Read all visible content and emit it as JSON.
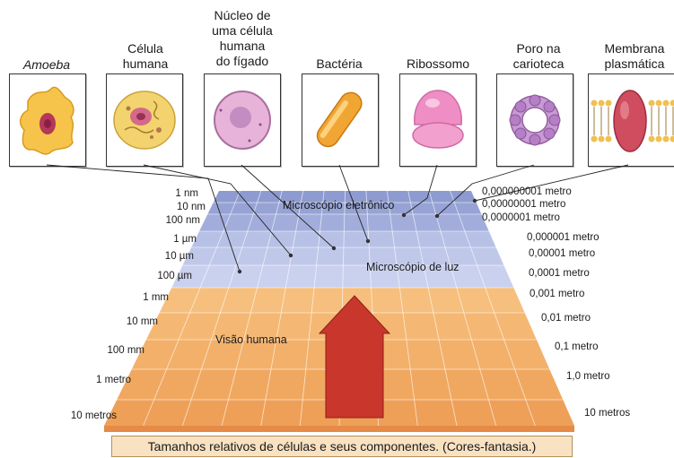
{
  "items": [
    {
      "name": "amoeba",
      "label": "Amoeba",
      "italic": true
    },
    {
      "name": "human-cell",
      "label": "Célula\nhumana",
      "italic": false
    },
    {
      "name": "liver-nucleus",
      "label": "Núcleo de\numa célula\nhumana\ndo fígado",
      "italic": false
    },
    {
      "name": "bacterium",
      "label": "Bactéria",
      "italic": false
    },
    {
      "name": "ribosome",
      "label": "Ribossomo",
      "italic": false
    },
    {
      "name": "nuclear-pore",
      "label": "Poro na\ncarioteca",
      "italic": false
    },
    {
      "name": "plasma-membrane",
      "label": "Membrana\nplasmática",
      "italic": false
    }
  ],
  "scale": {
    "left_labels": [
      "1 nm",
      "10 nm",
      "100 nm",
      "1 µm",
      "10 µm",
      "100 µm",
      "1 mm",
      "10 mm",
      "100 mm",
      "1 metro",
      "10 metros"
    ],
    "right_labels": [
      "0,000000001 metro",
      "0,00000001 metro",
      "0,0000001 metro",
      "0,000001 metro",
      "0,00001 metro",
      "0,0001 metro",
      "0,001 metro",
      "0,01 metro",
      "0,1 metro",
      "1,0 metro",
      "10 metros"
    ],
    "zones": {
      "electron": "Microscópio eletrônico",
      "light": "Microscópio de luz",
      "human": "Visão humana"
    }
  },
  "caption": "Tamanhos relativos de células e seus componentes. (Cores-fantasia.)",
  "colors": {
    "electron_zone": "#9aa6d6",
    "light_zone": "#c3cbe9",
    "human_zone": "#f3b36b",
    "arrow": "#c9362b",
    "caption_bg": "#f9e2c2"
  }
}
